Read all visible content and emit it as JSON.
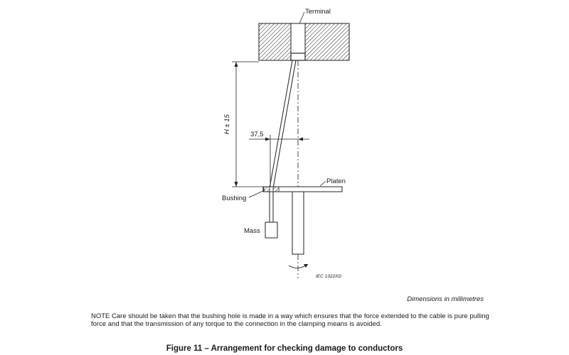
{
  "diagram": {
    "labels": {
      "terminal": "Terminal",
      "platen": "Platen",
      "bushing": "Bushing",
      "mass": "Mass",
      "height_dim": "H ± 15",
      "offset_dim": "37,5",
      "figure_ref": "IEC  1322/02"
    }
  },
  "units_note": "Dimensions in millimetres",
  "note_text": "NOTE   Care should be taken that the bushing hole is made in a way which ensures that the force extended to the cable is pure pulling force and that the transmission of any torque to the connection in the clamping means is avoided.",
  "caption": "Figure 11 – Arrangement for checking damage to conductors"
}
